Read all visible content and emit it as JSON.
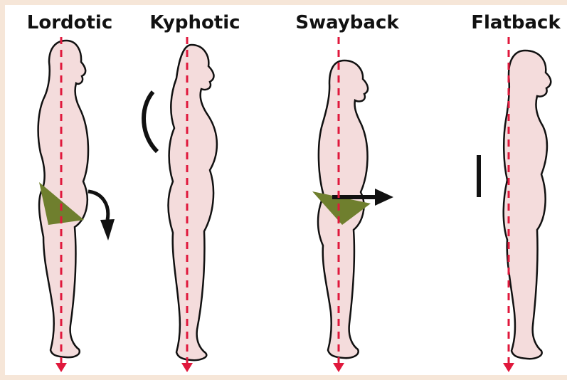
{
  "figures": [
    {
      "id": "lordotic",
      "label": "Lordotic"
    },
    {
      "id": "kyphotic",
      "label": "Kyphotic"
    },
    {
      "id": "swayback",
      "label": "Swayback"
    },
    {
      "id": "flatback",
      "label": "Flatback"
    }
  ],
  "colors": {
    "background": "#f6e6d8",
    "panel": "#ffffff",
    "body_fill": "#f4dcdc",
    "body_outline": "#111111",
    "plumb_line": "#e0183c",
    "pelvis": "#6f7f2e",
    "arrow": "#111111"
  },
  "icons": {
    "plumb_line": "plumb-line",
    "pelvis_tilt": "triangle",
    "rotation": "curved-arrow",
    "shift": "straight-arrow"
  }
}
